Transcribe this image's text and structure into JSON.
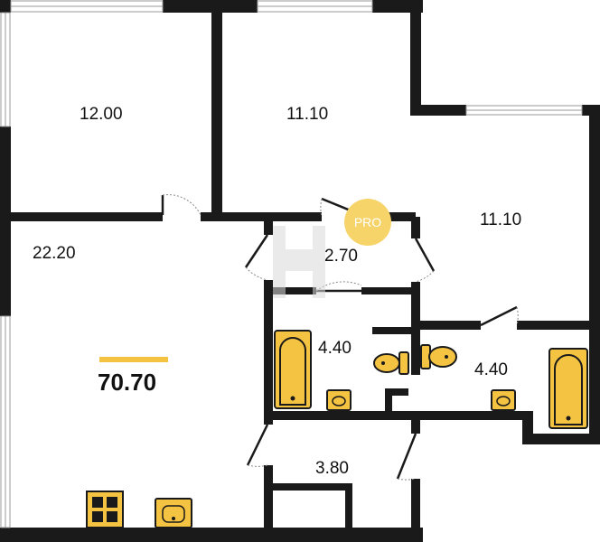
{
  "rooms": [
    {
      "id": "bedroom-1",
      "area": "12.00"
    },
    {
      "id": "bedroom-2",
      "area": "11.10"
    },
    {
      "id": "bedroom-3",
      "area": "11.10"
    },
    {
      "id": "living-kitchen",
      "area": "22.20"
    },
    {
      "id": "hallway",
      "area": "2.70"
    },
    {
      "id": "bathroom-1",
      "area": "4.40"
    },
    {
      "id": "bathroom-2",
      "area": "4.40"
    },
    {
      "id": "corridor",
      "area": "3.80"
    }
  ],
  "total_area": "70.70",
  "badge": {
    "text": "PRO"
  },
  "colors": {
    "wall": "#1a1a1a",
    "fixture_fill": "#f5c342",
    "accent_bar": "#f5c342",
    "badge": "#f7d46a",
    "watermark": "#d9d9d9"
  }
}
